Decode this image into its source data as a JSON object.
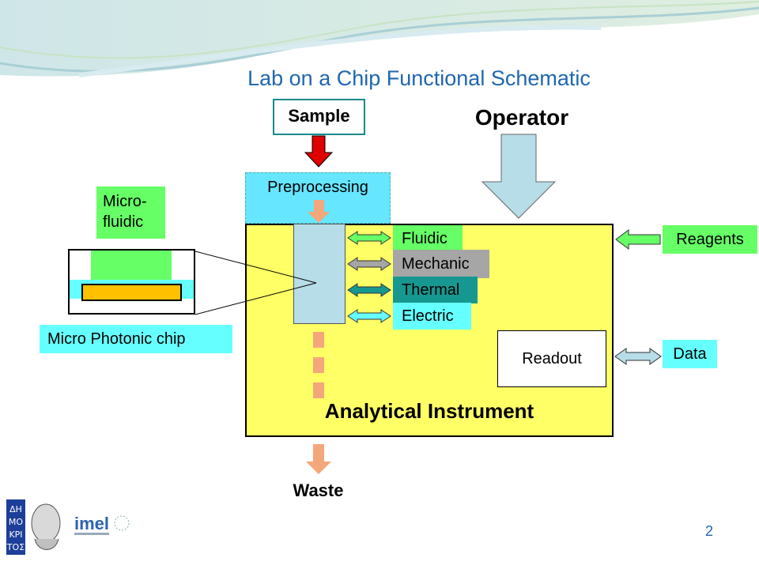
{
  "slide": {
    "title": "Lab on a Chip Functional Schematic",
    "page_number": "2"
  },
  "diagram": {
    "sample": "Sample",
    "operator": "Operator",
    "preprocessing": "Preprocessing",
    "micro_fluidic": "Micro-\nfluidic",
    "micro_photonic_chip": "Micro Photonic chip",
    "fluidic": "Fluidic",
    "mechanic": "Mechanic",
    "thermal": "Thermal",
    "electric": "Electric",
    "readout": "Readout",
    "reagents": "Reagents",
    "data": "Data",
    "analytical_instrument": "Analytical Instrument",
    "waste": "Waste"
  },
  "logos": {
    "left": "ΔΗΜΟΚΡΙΤΟΣ",
    "right": "imel"
  },
  "colors": {
    "title": "#1f67b0",
    "instrument_fill": "#ffff66",
    "green_label": "#66ff66",
    "cyan_label": "#66ffff",
    "gray_label": "#a6a6a6",
    "teal_label": "#169890",
    "sample_arrow": "#e00000",
    "flow_arrow": "#f4a77a",
    "operator_arrow": "#b7dde8",
    "chip_gold": "#ffc000"
  }
}
